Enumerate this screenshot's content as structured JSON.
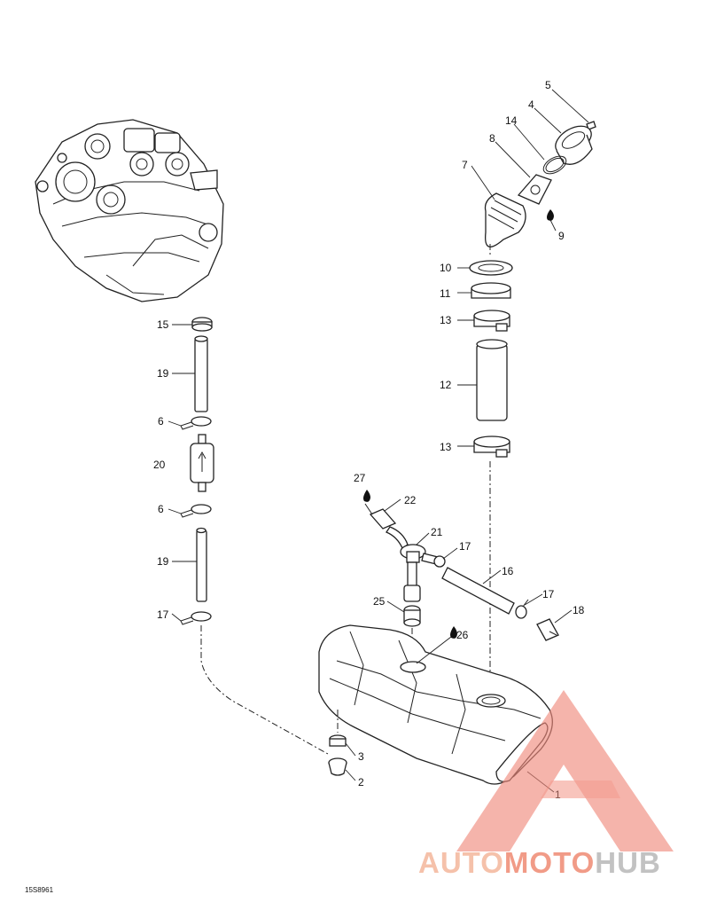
{
  "diagram_code": "15S8961",
  "callouts": [
    "1",
    "2",
    "3",
    "4",
    "5",
    "6",
    "6",
    "7",
    "8",
    "9",
    "10",
    "11",
    "12",
    "13",
    "13",
    "14",
    "15",
    "16",
    "17",
    "17",
    "17",
    "18",
    "19",
    "19",
    "20",
    "21",
    "22",
    "25",
    "26",
    "27"
  ],
  "watermark": {
    "part1": "AUTO",
    "part2": "MOTO",
    "part3": "HUB",
    "colors": {
      "light": "#f4b79c",
      "mid": "#ef8a73",
      "dark": "#b8b8b8",
      "logo": "#f08a7c"
    }
  },
  "drops": [
    "9",
    "26",
    "27"
  ]
}
